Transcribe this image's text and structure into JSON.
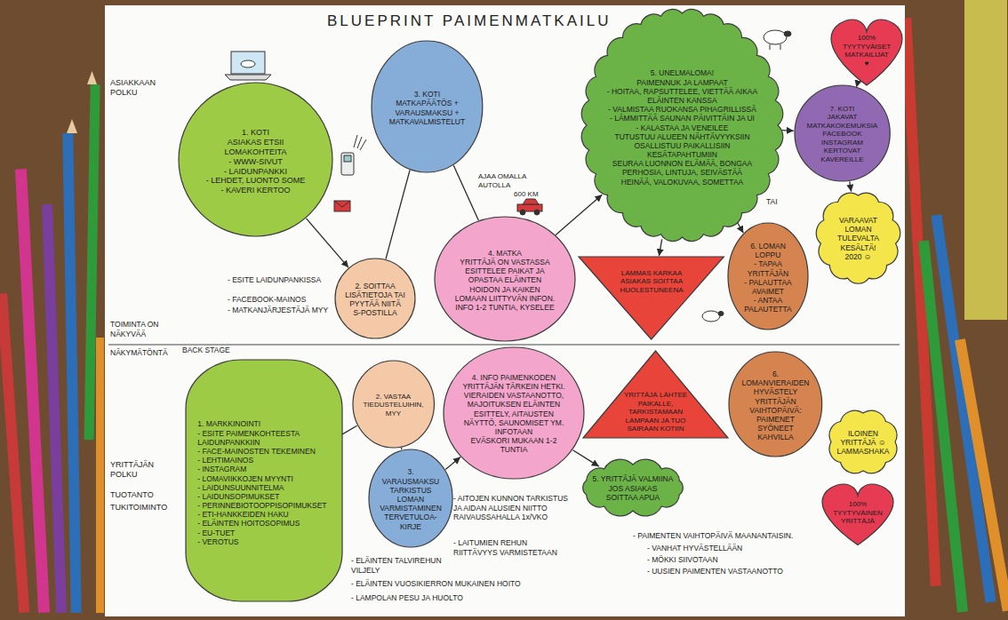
{
  "diagram": {
    "title": "BLUEPRINT PAIMENMATKAILU",
    "nodes": [
      {
        "text": [
          "1. KOTI",
          "ASIAKAS ETSII LOMAKOHTEITA",
          "- WWW-SIVUT",
          "- LAIDUNPANKKI",
          "- LEHDET, LUONTO SOME",
          "- KAVERI KERTOO"
        ]
      },
      {
        "text": [
          "2. SOITTAA LISÄTIETOJA TAI PYYTÄÄ NIITÄ S-POSTILLA"
        ]
      },
      {
        "text": [
          "3. KOTI",
          "MATKAPÄÄTÖS + VARAUSMAKSU + MATKAVALMISTELUT"
        ]
      },
      {
        "text": [
          "4. MATKA",
          "YRITTÄJÄ ON VASTASSA ESITTELEE PAIKAT JA OPASTAA ELÄINTEN HOIDON JA KAIKEN LOMAAN LIITTYVÄN INFON. INFO 1-2 TUNTIA, KYSELEE"
        ]
      },
      {
        "text": [
          "5. UNELMALOMA!",
          "PAIMENNUK JA LAMPAAT",
          "- HOITAA, RAPSUTTELEE, VIETTÄÄ AIKAA ELÄINTEN KANSSA",
          "- VALMISTAA RUOKANSA PIHAGRILLISSÄ",
          "- LÄMMITTÄÄ SAUNAN PÄIVITTÄIN JA UI",
          "- KALASTAA JA VENEILEE",
          "TUTUSTUU ALUEEN NÄHTÄVYYKSIIN OSALLISTUU PAIKALLISIIN KESÄTAPAHTUMIIN",
          "SEURAA LUONNON ELÄMÄÄ, BONGAA PERHOSIA, LINTUJA, SEIVÄSTÄÄ HEINÄÄ, VALOKUVAA, SOMETTAA"
        ]
      },
      {
        "text": [
          "LAMMAS KARKAA ASIAKAS SOITTAA HUOLESTUNEENA"
        ]
      },
      {
        "text": [
          "6. LOMAN LOPPU",
          "- TAPAA YRITTÄJÄN",
          "- PALAUTTAA AVAIMET",
          "- ANTAA PALAUTETTA"
        ]
      },
      {
        "text": [
          "7. KOTI",
          "JAKAVAT MATKAKOKEMUKSIA FACEBOOK INSTAGRAM KERTOVAT KAVEREILLE"
        ]
      },
      {
        "text": [
          "100% TYYTYVÄISET MATKAILIJAT ♥"
        ]
      },
      {
        "text": [
          "VARAAVAT LOMAN TULEVALTA KESÄLTÄ!",
          "2020 ☺"
        ]
      },
      {
        "text": [
          "1. MARKKINOINTI",
          "- ESITE PAIMENKOHTEESTA LAIDUNPANKKIIN",
          "- FACE-MAINOSTEN TEKEMINEN",
          "- LEHTIMAINOS",
          "- INSTAGRAM",
          "- LOMAVIIKKOJEN MYYNTI",
          "- LAIDUNSUUNNITELMA",
          "- LAIDUNSOPIMUKSET",
          "- PERINNEBIOTOOPPISOPIMUKSET",
          "- ETI-HANKKEIDEN HAKU",
          "- ELÄINTEN HOITOSOPIMUS",
          "- EU-TUET",
          "- VEROTUS"
        ]
      },
      {
        "text": [
          "2. VASTAA TIEDUSTELUIHIN, MYY"
        ]
      },
      {
        "text": [
          "3. VARAUSMAKSU TARKISTUS LOMAN VARMISTAMINEN TERVETULOA-KIRJE"
        ]
      },
      {
        "text": [
          "4. INFO PAIMENKODEN YRITTÄJÄN TÄRKEIN HETKI. VIERAIDEN VASTAANOTTO, MAJOITUKSEN ELÄINTEN ESITTELY, AITAUSTEN NÄYTTÖ, SAUNOMISET YM. INFOTAAN",
          "EVÄSKORI MUKAAN 1-2 TUNTIA"
        ]
      },
      {
        "text": [
          "YRITTÄJÄ LÄHTEE PAIKALLE, TARKISTAMAAN LAMPAAN JA TUO SAIRAAN KOTIIN"
        ]
      },
      {
        "text": [
          "5. YRITTÄJÄ VALMIINA JOS ASIAKAS SOITTAA APUA"
        ]
      },
      {
        "text": [
          "6. LOMANVIERAIDEN HYVÄSTELY",
          "YRITTÄJÄN VAIHTOPÄIVÄ: PAIMENET SYÖNEET KAHVILLA"
        ]
      },
      {
        "text": [
          "ILOINEN YRITTÄJÄ ☺ LAMMASHAKA"
        ]
      },
      {
        "text": [
          "100% TYYTYVÄINEN YRITTÄJÄ"
        ]
      }
    ],
    "edges": [
      {
        "from": 0,
        "to": 1,
        "arrow": "to"
      },
      {
        "from": 1,
        "to": 2,
        "arrow": "none"
      },
      {
        "from": 2,
        "to": 3,
        "arrow": "none"
      },
      {
        "from": 3,
        "to": 4,
        "arrow": "to"
      },
      {
        "from": 4,
        "to": 5,
        "arrow": "to"
      },
      {
        "from": 4,
        "to": 6,
        "arrow": "to"
      },
      {
        "from": 4,
        "to": 7,
        "arrow": "to"
      },
      {
        "from": 7,
        "to": 8,
        "arrow": "to"
      },
      {
        "from": 7,
        "to": 9,
        "arrow": "to"
      },
      {
        "from": 10,
        "to": 11,
        "arrow": "none"
      },
      {
        "from": 11,
        "to": 12,
        "arrow": "none"
      },
      {
        "from": 12,
        "to": 13,
        "arrow": "to"
      },
      {
        "from": 13,
        "to": 15,
        "arrow": "to"
      }
    ],
    "labels": [
      "ASIAKKAAN POLKU",
      "- ESITE LAIDUNPANKISSA",
      "- FACEBOOK-MAINOS",
      "- MATKANJÄRJESTÄJÄ MYY",
      "TOIMINTA ON NÄKYVÄÄ",
      "NÄKYMÄTÖNTÄ",
      "BACK STAGE",
      "YRITTÄJÄN POLKU",
      "TUOTANTO",
      "TUKITOIMINTO",
      "AJAA OMALLA AUTOLLA",
      "600 KM",
      "TAI",
      "- AITOJEN KUNNON TARKISTUS JA AIDAN ALUSIEN NIITTO RAIVAUSSAHALLA 1x/VKO",
      "- LAITUMIEN REHUN RIITTÄVYYS VARMISTETAAN",
      "- ELÄINTEN TALVIREHUN VILJELY",
      "- ELÄINTEN VUOSIKIERRON MUKAINEN HOITO",
      "- LAMPOLAN PESU JA HUOLTO",
      "- PAIMENTEN VAIHTOPÄIVÄ MAANANTAISIN.",
      "- VANHAT HYVÄSTELLÄÄN",
      "- MÖKKI SIIVOTAAN",
      "- UUSIEN PAIMENTEN VASTAANOTTO"
    ]
  }
}
